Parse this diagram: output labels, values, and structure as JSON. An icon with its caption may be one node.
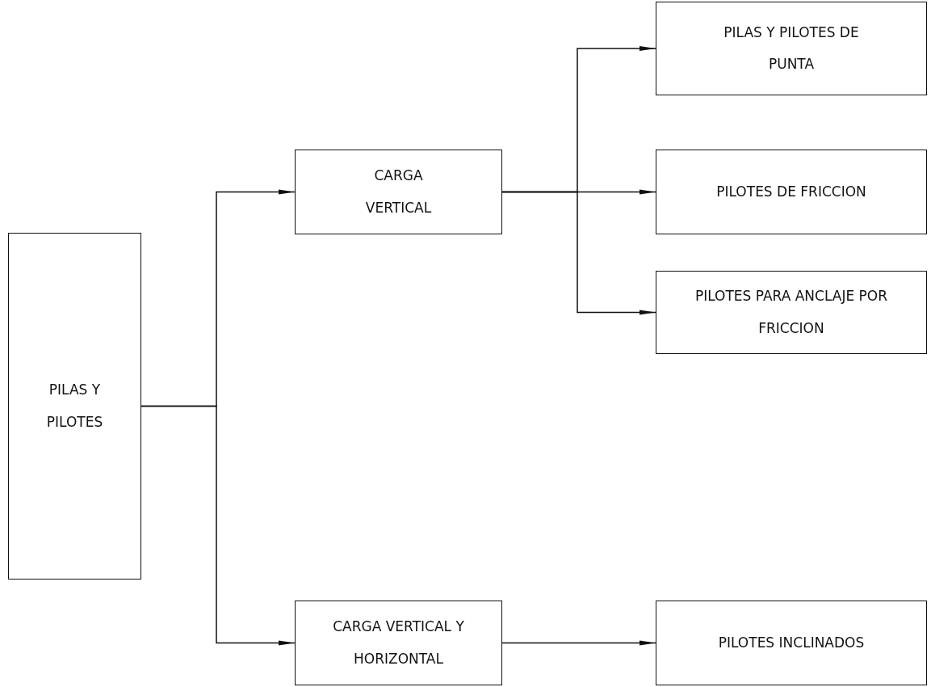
{
  "diagram": {
    "nodes": [
      {
        "text": [
          "PILAS Y PILOTES"
        ]
      },
      {
        "text": [
          "CARGA VERTICAL"
        ]
      },
      {
        "text": [
          "CARGA VERTICAL Y HORIZONTAL"
        ]
      },
      {
        "text": [
          "PILAS Y PILOTES DE PUNTA"
        ]
      },
      {
        "text": [
          "PILOTES DE FRICCION"
        ]
      },
      {
        "text": [
          "PILOTES PARA ANCLAJE POR FRICCION"
        ]
      },
      {
        "text": [
          "PILOTES INCLINADOS"
        ]
      }
    ],
    "edges": [
      {
        "from": 0,
        "to": 1,
        "arrow": "to"
      },
      {
        "from": 0,
        "to": 2,
        "arrow": "to"
      },
      {
        "from": 1,
        "to": 3,
        "arrow": "to"
      },
      {
        "from": 1,
        "to": 4,
        "arrow": "to"
      },
      {
        "from": 1,
        "to": 5,
        "arrow": "to"
      },
      {
        "from": 2,
        "to": 6,
        "arrow": "to"
      }
    ]
  }
}
